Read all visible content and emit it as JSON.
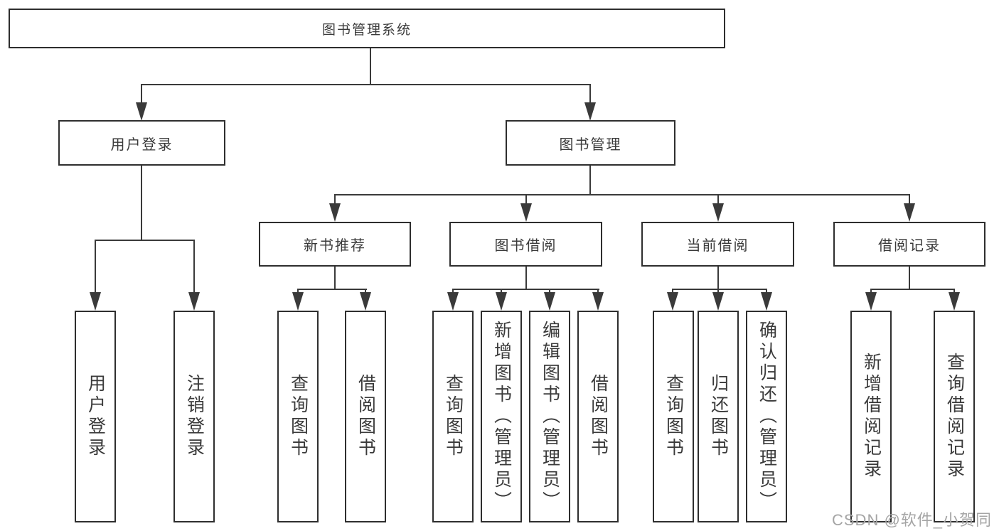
{
  "diagram": {
    "root": {
      "label": "图书管理系统"
    },
    "level2": [
      {
        "label": "用户登录"
      },
      {
        "label": "图书管理"
      }
    ],
    "level3": [
      {
        "label": "新书推荐",
        "parent": "图书管理"
      },
      {
        "label": "图书借阅",
        "parent": "图书管理"
      },
      {
        "label": "当前借阅",
        "parent": "图书管理"
      },
      {
        "label": "借阅记录",
        "parent": "图书管理"
      }
    ],
    "leaves": [
      {
        "label": "用户登录",
        "parent": "用户登录"
      },
      {
        "label": "注销登录",
        "parent": "用户登录"
      },
      {
        "label": "查询图书",
        "parent": "新书推荐"
      },
      {
        "label": "借阅图书",
        "parent": "新书推荐"
      },
      {
        "label": "查询图书",
        "parent": "图书借阅"
      },
      {
        "label": "新增图书（管理员）",
        "parent": "图书借阅"
      },
      {
        "label": "编辑图书（管理员）",
        "parent": "图书借阅"
      },
      {
        "label": "借阅图书",
        "parent": "图书借阅"
      },
      {
        "label": "查询图书",
        "parent": "当前借阅"
      },
      {
        "label": "归还图书",
        "parent": "当前借阅"
      },
      {
        "label": "确认归还（管理员）",
        "parent": "当前借阅"
      },
      {
        "label": "新增借阅记录",
        "parent": "借阅记录"
      },
      {
        "label": "查询借阅记录",
        "parent": "借阅记录"
      }
    ],
    "colors": {
      "line": "#3a3a3a",
      "box_border": "#2e2e2e",
      "text": "#3a3a3a",
      "background": "#ffffff",
      "watermark": "#a5a5a5"
    }
  },
  "watermark": {
    "text": "CSDN @软件_小贺同学"
  }
}
